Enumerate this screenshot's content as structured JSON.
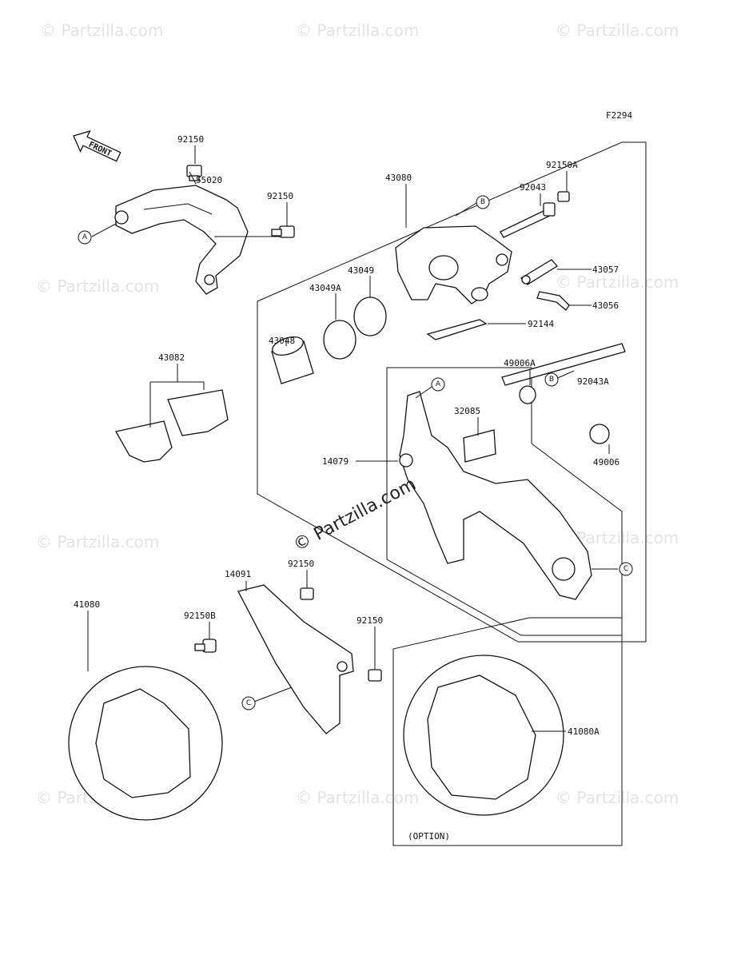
{
  "figure_code": "F2294",
  "front_label": "FRONT",
  "option_label": "(OPTION)",
  "watermark": "© Partzilla.com",
  "center_watermark": "© Partzilla.com",
  "parts": [
    {
      "id": "p92150_a",
      "number": "92150"
    },
    {
      "id": "p55020",
      "number": "55020"
    },
    {
      "id": "p92150_b",
      "number": "92150"
    },
    {
      "id": "p43080",
      "number": "43080"
    },
    {
      "id": "p92150A",
      "number": "92150A"
    },
    {
      "id": "p92043",
      "number": "92043"
    },
    {
      "id": "p43057",
      "number": "43057"
    },
    {
      "id": "p43056",
      "number": "43056"
    },
    {
      "id": "p43049",
      "number": "43049"
    },
    {
      "id": "p43049A",
      "number": "43049A"
    },
    {
      "id": "p43048",
      "number": "43048"
    },
    {
      "id": "p92144",
      "number": "92144"
    },
    {
      "id": "p43082",
      "number": "43082"
    },
    {
      "id": "p49006A",
      "number": "49006A"
    },
    {
      "id": "p92043A",
      "number": "92043A"
    },
    {
      "id": "p32085",
      "number": "32085"
    },
    {
      "id": "p14079",
      "number": "14079"
    },
    {
      "id": "p49006",
      "number": "49006"
    },
    {
      "id": "p14091",
      "number": "14091"
    },
    {
      "id": "p92150_c",
      "number": "92150"
    },
    {
      "id": "p92150_d",
      "number": "92150"
    },
    {
      "id": "p41080",
      "number": "41080"
    },
    {
      "id": "p92150B",
      "number": "92150B"
    },
    {
      "id": "p41080A",
      "number": "41080A"
    }
  ],
  "callouts": {
    "A": "A",
    "B": "B",
    "C": "C"
  }
}
